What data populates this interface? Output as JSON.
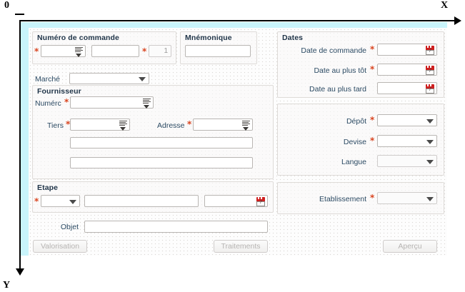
{
  "annotation": {
    "origin_label": "0",
    "x_label": "X",
    "y_label": "Y"
  },
  "form": {
    "groups": {
      "numero_commande": {
        "title": "Numéro de commande"
      },
      "mnemonique": {
        "title": "Mnémonique"
      },
      "fournisseur": {
        "title": "Fournisseur"
      },
      "etape": {
        "title": "Etape"
      },
      "dates": {
        "title": "Dates"
      }
    },
    "fields": {
      "commande_type": {
        "value": "",
        "placeholder": "",
        "required": true,
        "control": "list-picker"
      },
      "commande_numero": {
        "value": "",
        "placeholder": "",
        "required": false,
        "control": "text"
      },
      "commande_indice": {
        "value": "1",
        "placeholder": "",
        "required": true,
        "control": "text-disabled"
      },
      "mnemonique": {
        "value": "",
        "placeholder": "",
        "required": false,
        "control": "text"
      },
      "marche": {
        "label": "Marché",
        "value": "",
        "required": false,
        "control": "combo"
      },
      "fournisseur_numero": {
        "label": "Numérc",
        "value": "",
        "required": true,
        "control": "list-picker"
      },
      "fournisseur_tiers": {
        "label": "Tiers",
        "value": "",
        "required": true,
        "control": "list-picker"
      },
      "fournisseur_adresse": {
        "label": "Adresse",
        "value": "",
        "required": true,
        "control": "list-picker"
      },
      "fournisseur_ligne1": {
        "value": "",
        "required": false,
        "control": "text"
      },
      "fournisseur_ligne2": {
        "value": "",
        "required": false,
        "control": "text"
      },
      "etape_code": {
        "value": "",
        "required": true,
        "control": "combo"
      },
      "etape_libelle": {
        "value": "",
        "required": false,
        "control": "text"
      },
      "etape_date": {
        "value": "",
        "required": false,
        "control": "date"
      },
      "objet": {
        "label": "Objet",
        "value": "",
        "required": false,
        "control": "text"
      },
      "date_commande": {
        "label": "Date de commande",
        "value": "",
        "required": true,
        "control": "date"
      },
      "date_plus_tot": {
        "label": "Date au plus tôt",
        "value": "",
        "required": true,
        "control": "date"
      },
      "date_plus_tard": {
        "label": "Date au plus tard",
        "value": "",
        "required": false,
        "control": "date"
      },
      "depot": {
        "label": "Dépôt",
        "value": "",
        "required": true,
        "control": "combo"
      },
      "devise": {
        "label": "Devise",
        "value": "",
        "required": true,
        "control": "combo"
      },
      "langue": {
        "label": "Langue",
        "value": "",
        "required": false,
        "control": "combo-disabled"
      },
      "etablissement": {
        "label": "Etablissement",
        "value": "",
        "required": true,
        "control": "combo-disabled"
      }
    },
    "buttons": {
      "valorisation": "Valorisation",
      "traitements": "Traitements",
      "apercu": "Aperçu"
    },
    "required_marker": "*"
  },
  "colors": {
    "window_chrome": "#c9f4fb",
    "required_red": "#d9441f",
    "label_blue": "#2b4a63",
    "group_border": "#dedbd8",
    "input_border": "#b9b6b3",
    "calendar_red": "#cf2020"
  }
}
